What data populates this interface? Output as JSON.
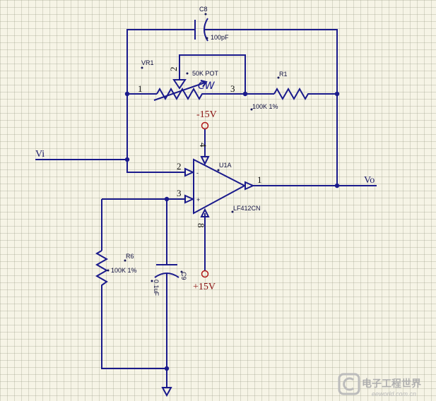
{
  "components": {
    "c8": {
      "ref": "C8",
      "value": "100pF"
    },
    "vr1": {
      "ref": "VR1",
      "value": "50K POT",
      "wiper_label": "CW",
      "pin1": "1",
      "pin2": "2",
      "pin3": "3"
    },
    "r1": {
      "ref": "R1",
      "value": "100K 1%"
    },
    "u1a": {
      "ref": "U1A",
      "part": "LF412CN",
      "pin_in_neg": "2",
      "pin_in_pos": "3",
      "pin_out": "1",
      "pin_vneg": "4",
      "pin_vpos": "8",
      "minus_sign": "-",
      "plus_sign": "+"
    },
    "r6": {
      "ref": "R6",
      "value": "100K 1%"
    },
    "c9": {
      "ref": "C9",
      "value": "0.1uF"
    }
  },
  "nets": {
    "input": "Vi",
    "output": "Vo",
    "neg_supply": "-15V",
    "pos_supply": "+15V"
  },
  "watermark": {
    "text": "电子工程世界",
    "sub": "eeworld.com.cn"
  },
  "colors": {
    "wire": "#1a1a8c",
    "supply": "#b01818",
    "background": "#f6f4e6"
  }
}
